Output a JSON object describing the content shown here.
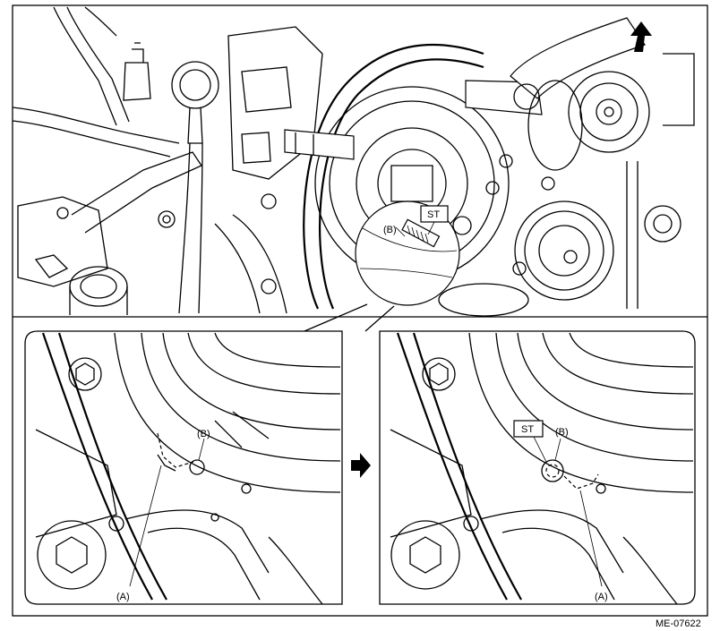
{
  "figure": {
    "code": "ME-07622"
  },
  "top_view": {
    "label_b": "(B)",
    "label_st": "ST"
  },
  "detail_before": {
    "label_a": "(A)",
    "label_b": "(B)"
  },
  "detail_after": {
    "label_a": "(A)",
    "label_b": "(B)",
    "label_st": "ST"
  },
  "icons": {
    "step_arrow": "right-arrow-icon",
    "rotation_arrow": "curved-up-arrow-icon"
  }
}
